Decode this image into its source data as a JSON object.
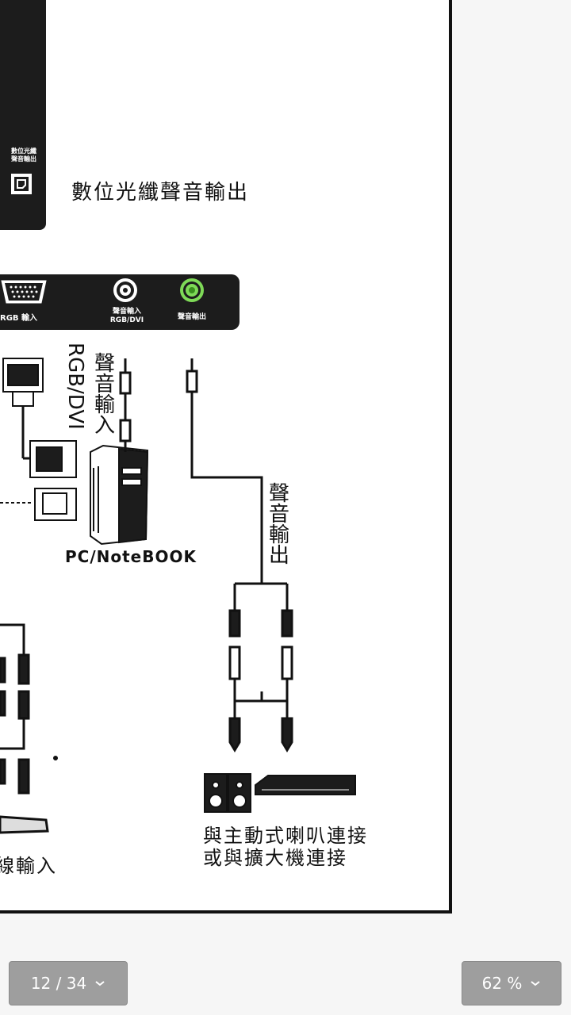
{
  "document": {
    "tab_label": "數位光纖\n聲音輸出",
    "optical_caption": "數位光纖聲音輸出",
    "ports": {
      "rgb_label": "RGB 輸入",
      "audio_in_label": "聲音輸入\nRGB/DVI",
      "audio_out_label": "聲音輸出"
    },
    "audio_in_vertical": [
      "聲",
      "音",
      "輸",
      "入"
    ],
    "rgb_dvi_vertical": "RGB/DVI",
    "pc_label": "PC/NoteBOOK",
    "audio_out_vertical": [
      "聲",
      "音",
      "輸",
      "出"
    ],
    "speaker_caption_line1": "與主動式喇叭連接",
    "speaker_caption_line2": "或與擴大機連接",
    "bottom_left_text": "線輸入"
  },
  "viewer": {
    "page_indicator": "12 / 34",
    "zoom_indicator": "62 %"
  },
  "colors": {
    "toolbar_bg": "#9e9e9e",
    "audio_out_port": "#7ed957",
    "dark_panel": "#1c1c1c"
  }
}
